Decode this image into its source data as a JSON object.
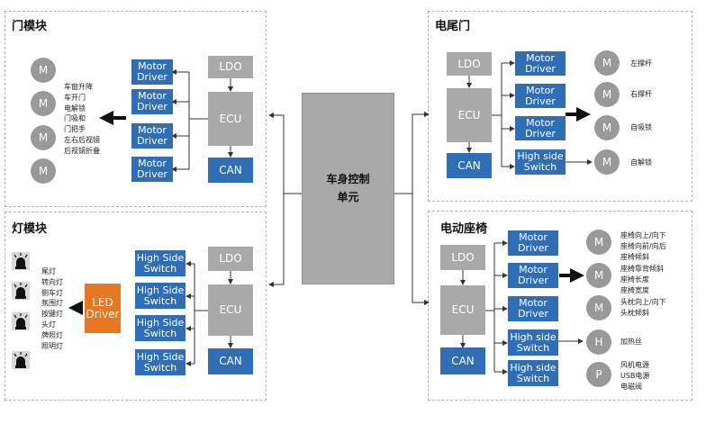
{
  "central": {
    "line1": "车身控制",
    "line2": "单元"
  },
  "door_module": {
    "title": "门模块",
    "motors": [
      "M",
      "M",
      "M",
      "M"
    ],
    "labels": "车窗升降\n车开门\n电解锁\n门吸和\n门把手\n左右后视镜\n后视镜折叠",
    "drivers": [
      [
        "Motor",
        "Driver"
      ],
      [
        "Motor",
        "Driver"
      ],
      [
        "Motor",
        "Driver"
      ],
      [
        "Motor",
        "Driver"
      ]
    ],
    "ldo": "LDO",
    "ecu": "ECU",
    "can": "CAN"
  },
  "tailgate": {
    "title": "电尾门",
    "ldo": "LDO",
    "ecu": "ECU",
    "can": "CAN",
    "drivers": [
      [
        "Motor",
        "Driver"
      ],
      [
        "Motor",
        "Driver"
      ],
      [
        "Motor",
        "Driver"
      ],
      [
        "High side",
        "Switch"
      ]
    ],
    "motors": [
      "M",
      "M",
      "M",
      "M"
    ],
    "labels": [
      "左撑杆",
      "右撑杆",
      "自吸锁",
      "自解锁"
    ]
  },
  "light_module": {
    "title": "灯模块",
    "labels": "尾灯\n转向灯\n侧车灯\n氛围灯\n按键灯\n头灯\n牌照灯\n照明灯",
    "led_driver": [
      "LED",
      "Driver"
    ],
    "switches": [
      [
        "High Side",
        "Switch"
      ],
      [
        "High Side",
        "Switch"
      ],
      [
        "High Side",
        "Switch"
      ],
      [
        "High Side",
        "Switch"
      ]
    ],
    "ldo": "LDO",
    "ecu": "ECU",
    "can": "CAN"
  },
  "seat": {
    "title": "电动座椅",
    "ldo": "LDO",
    "ecu": "ECU",
    "can": "CAN",
    "drivers": [
      [
        "Motor",
        "Driver"
      ],
      [
        "Motor",
        "Driver"
      ],
      [
        "Motor",
        "Driver"
      ],
      [
        "High side",
        "Switch"
      ],
      [
        "High side",
        "Switch"
      ]
    ],
    "circles": [
      "M",
      "M",
      "M",
      "H",
      "P"
    ],
    "labels": [
      "座椅向上/向下\n座椅向前/向后\n座椅倾斜",
      "座椅靠背倾斜\n座椅长度\n座椅宽度",
      "头枕向上/向下\n头枕倾斜",
      "加热丝",
      "风机电源\nUSB电源\n电磁阀"
    ]
  },
  "colors": {
    "blue": "#2f6db4",
    "gray": "#a9a9a9",
    "orange": "#e87722",
    "circle": "#999999"
  }
}
